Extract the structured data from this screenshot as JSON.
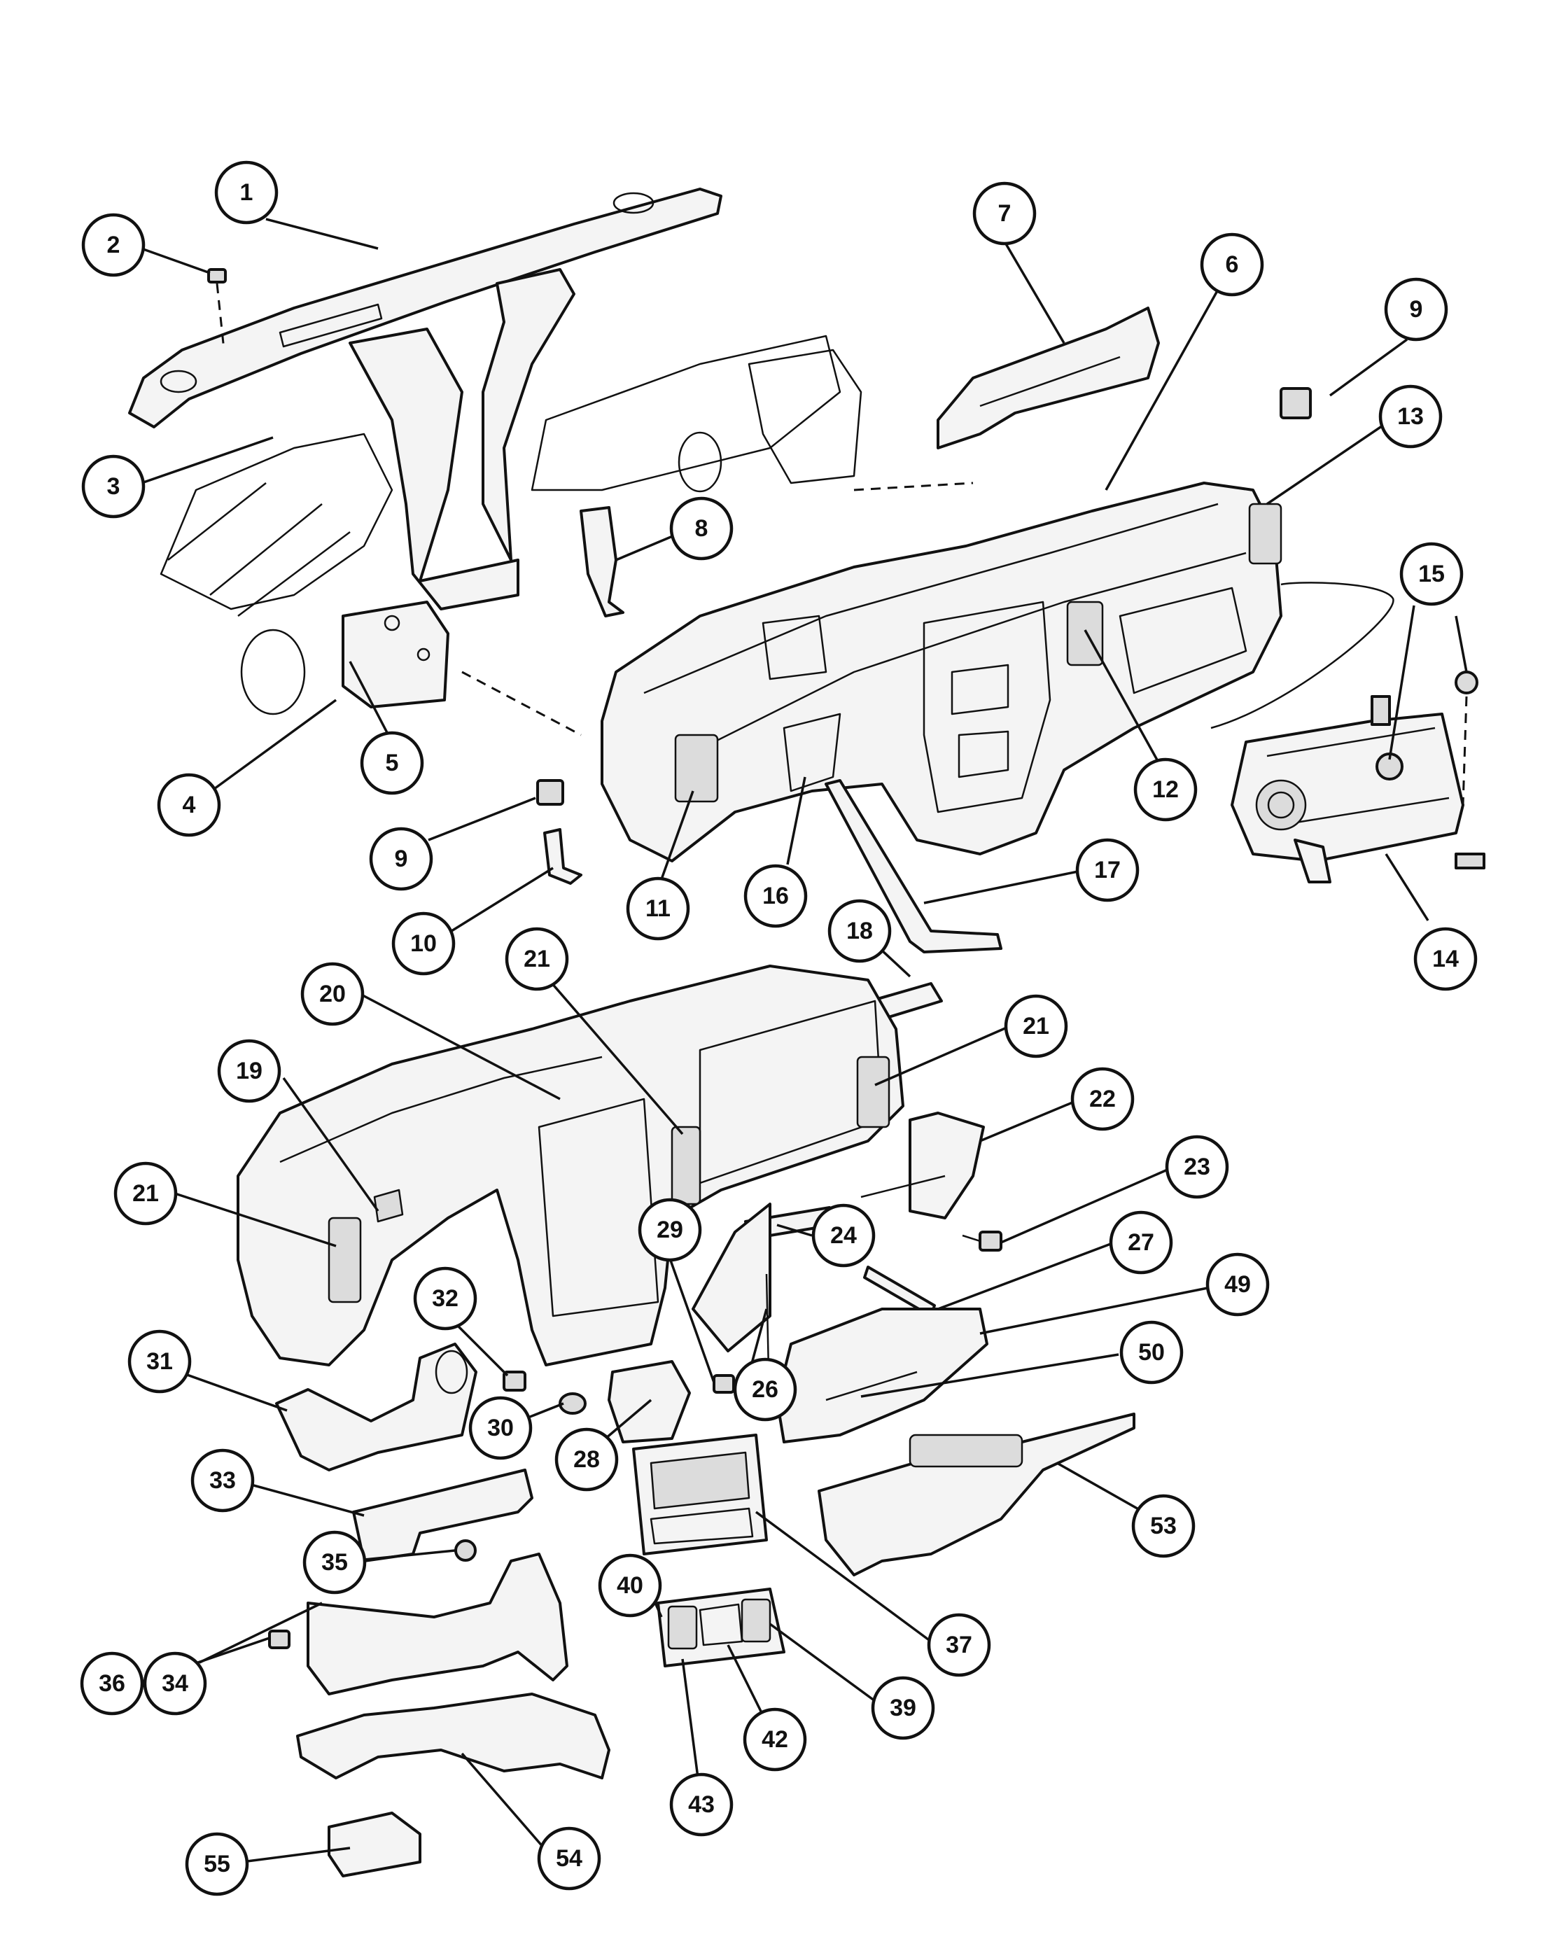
{
  "diagram": {
    "callouts": [
      {
        "label": "1"
      },
      {
        "label": "2"
      },
      {
        "label": "3"
      },
      {
        "label": "4"
      },
      {
        "label": "5"
      },
      {
        "label": "6"
      },
      {
        "label": "7"
      },
      {
        "label": "8"
      },
      {
        "label": "9"
      },
      {
        "label": "9"
      },
      {
        "label": "10"
      },
      {
        "label": "11"
      },
      {
        "label": "12"
      },
      {
        "label": "13"
      },
      {
        "label": "14"
      },
      {
        "label": "15"
      },
      {
        "label": "16"
      },
      {
        "label": "17"
      },
      {
        "label": "18"
      },
      {
        "label": "19"
      },
      {
        "label": "20"
      },
      {
        "label": "21"
      },
      {
        "label": "21"
      },
      {
        "label": "21"
      },
      {
        "label": "22"
      },
      {
        "label": "23"
      },
      {
        "label": "24"
      },
      {
        "label": "26"
      },
      {
        "label": "27"
      },
      {
        "label": "28"
      },
      {
        "label": "29"
      },
      {
        "label": "30"
      },
      {
        "label": "31"
      },
      {
        "label": "32"
      },
      {
        "label": "33"
      },
      {
        "label": "34"
      },
      {
        "label": "35"
      },
      {
        "label": "36"
      },
      {
        "label": "37"
      },
      {
        "label": "39"
      },
      {
        "label": "40"
      },
      {
        "label": "42"
      },
      {
        "label": "43"
      },
      {
        "label": "49"
      },
      {
        "label": "50"
      },
      {
        "label": "53"
      },
      {
        "label": "54"
      },
      {
        "label": "55"
      }
    ]
  }
}
